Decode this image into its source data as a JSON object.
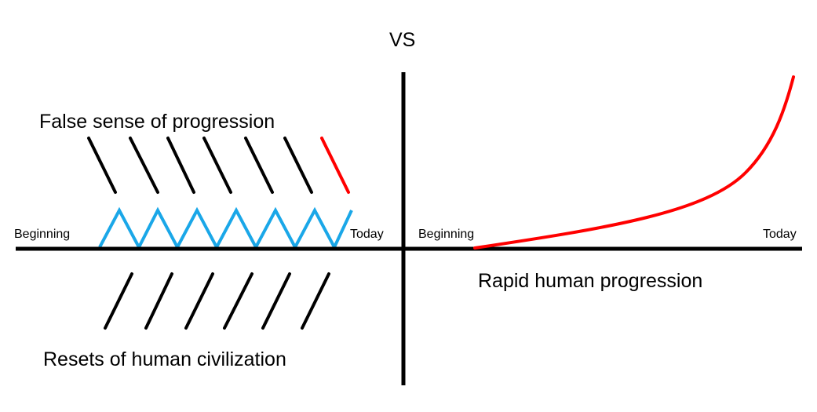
{
  "title": "VS",
  "left": {
    "upper_label": "False sense of progression",
    "lower_label": "Resets of human civilization",
    "axis_start": "Beginning",
    "axis_end": "Today",
    "zigzag_color": "#1aa7e8",
    "highlight_color": "#ff0000",
    "slash_color": "#000000"
  },
  "right": {
    "label": "Rapid human progression",
    "axis_start": "Beginning",
    "axis_end": "Today",
    "curve_color": "#ff0000"
  },
  "axes_color": "#000000"
}
